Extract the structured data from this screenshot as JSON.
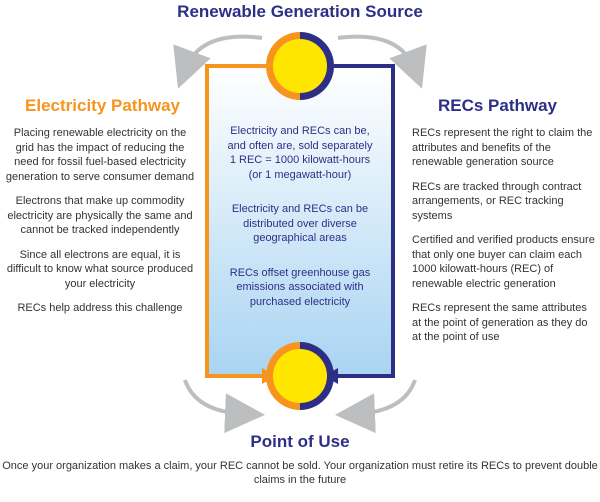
{
  "top_title": "Renewable Generation Source",
  "bottom_title": "Point of Use",
  "left": {
    "heading": "Electricity Pathway",
    "paragraphs": [
      "Placing renewable electricity on the grid has the impact of reducing the need for fossil fuel-based electricity generation to serve consumer demand",
      "Electrons that make up commodity electricity are physically the same and cannot be tracked independently",
      "Since all electrons are equal, it is difficult to know what source produced your electricity",
      "RECs help address this challenge"
    ]
  },
  "right": {
    "heading": "RECs Pathway",
    "paragraphs": [
      "RECs represent the right to claim the attributes and benefits of the renewable generation source",
      "RECs are tracked through contract arrangements, or REC tracking systems",
      "Certified and verified products ensure that only one buyer can claim each 1000 kilowatt-hours (REC) of renewable electric generation",
      "RECs represent the same attributes at the point of generation as they do at the point of use"
    ]
  },
  "center": {
    "paragraphs": [
      "Electricity and RECs can be, and often are, sold separately 1 REC = 1000 kilowatt-hours (or 1 megawatt-hour)",
      "Electricity and RECs can be distributed over diverse geographical areas",
      "RECs offset greenhouse gas emissions associated with purchased electricity"
    ]
  },
  "bottom_text": "Once your organization makes a claim, your REC cannot be sold.  Your organization must retire its RECs to prevent double claims in the future",
  "colors": {
    "orange": "#f7941d",
    "navy": "#2d2f86",
    "yellow": "#ffe600",
    "gray_arrow": "#bcbec0",
    "panel_light": "#ffffff",
    "panel_blue": "#a9d4f2"
  }
}
